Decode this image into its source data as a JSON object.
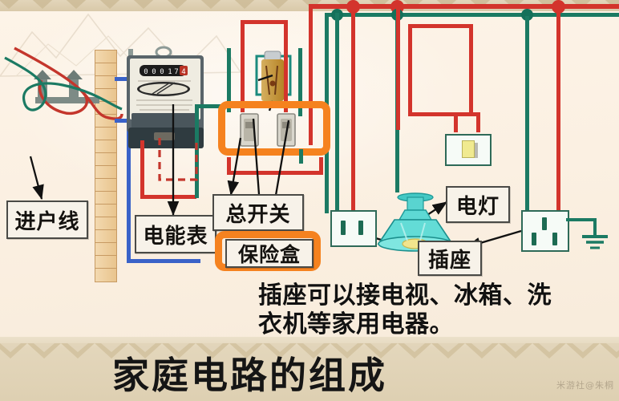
{
  "image": {
    "title": "家庭电路的组成",
    "caption_line1": "插座可以接电视、冰箱、洗",
    "caption_line2": "衣机等家用电器。",
    "watermark": "米游社@朱桐"
  },
  "labels": [
    {
      "id": "service-line",
      "text": "进户线"
    },
    {
      "id": "energy-meter",
      "text": "电能表"
    },
    {
      "id": "main-switch",
      "text": "总开关"
    },
    {
      "id": "fuse-box",
      "text": "保险盒"
    },
    {
      "id": "electric-lamp",
      "text": "电灯"
    },
    {
      "id": "socket",
      "text": "插座"
    }
  ],
  "meter": {
    "reading": "00017",
    "last_digit": "4"
  },
  "colors": {
    "live_wire": "#d3342c",
    "neutral_wire": "#1b7a63",
    "blue_wire": "#3a62c8",
    "highlight": "#f5821f",
    "background": "#fbf0e2",
    "lamp_shade": "#53d3cf"
  },
  "highlights": [
    {
      "id": "fuse-group-highlight"
    },
    {
      "id": "fuse-box-label-highlight"
    }
  ]
}
